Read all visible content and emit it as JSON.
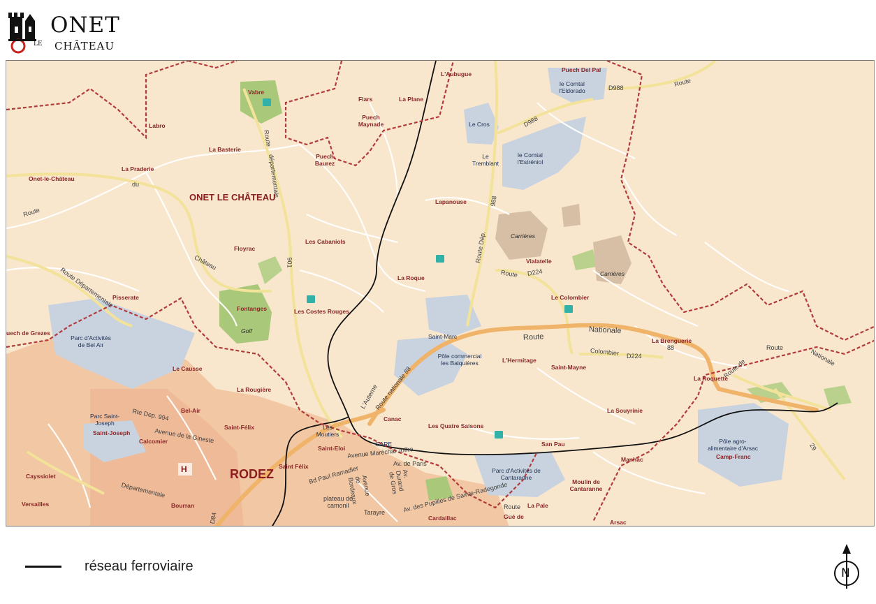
{
  "header": {
    "logo_title": "ONET",
    "logo_subtitle": "CHÂTEAU",
    "logo_le": "LE"
  },
  "legend": {
    "railway_label": "réseau ferroviaire"
  },
  "north_arrow": {
    "letter": "N"
  },
  "colors": {
    "land": "#f8e7cd",
    "urban": "#f2c7a4",
    "activity_zone": "#c9d3df",
    "green": "#a9c87a",
    "quarry": "#d6bfa5",
    "main_road": "#f0b36a",
    "road": "#ffffff",
    "secondary_road": "#f3e29a",
    "commune_border": "#b23b3b",
    "railway": "#111111",
    "icon": "#31b1a8"
  },
  "map": {
    "labels": {
      "aubugue": "L'Aubugue",
      "puech_del_pal": "Puech Del Pal",
      "comtal_eldorado": "le Comtal l'Eldorado",
      "d988_ne": "D988",
      "route_ne": "Route",
      "vabre": "Vabre",
      "flars": "Flars",
      "la_plane": "La Plane",
      "labro": "Labro",
      "puech_maynade": "Puech Maynade",
      "le_cros": "Le Cros",
      "d988_mid": "D988",
      "la_basterie": "La Basterie",
      "puech_baurez": "Puech Baurez",
      "le_tremblant": "Le Tremblant",
      "comtal_estreniol": "le Comtal l'Estréniol",
      "la_praderie": "La Praderie",
      "onet_le_chateau": "Onet-le-Château",
      "onet_big": "ONET LE CHÂTEAU",
      "lapanouse": "Lapanouse",
      "route_w": "Route",
      "du": "du",
      "carrieres1": "Carrières",
      "les_cabaniols": "Les Cabaniols",
      "floyrac": "Floyrac",
      "chateau": "Château",
      "vialatelle": "Vialatelle",
      "route_d224": "Route",
      "d224": "D224",
      "carrieres2": "Carrières",
      "la_roque": "La Roque",
      "pisserate": "Pisserate",
      "route_departementale": "Route Départementale",
      "le_colombier": "Le Colombier",
      "fontanges": "Fontanges",
      "les_costes_rouges": "Les Costes Rouges",
      "golf": "Golf",
      "puech_de_grezes": "uech de Grezes",
      "parc_bel_air": "Parc d'Activités de Bel Air",
      "saint_marc": "Saint-Marc",
      "route_nationale": "Route",
      "nationale": "Nationale",
      "la_brenguerie": "La Brenguerie",
      "pole_balquieres": "Pôle commercial les Balquières",
      "hermitage": "L'Hermitage",
      "colombier_road": "Colombier",
      "d224b": "D224",
      "route_e": "Route",
      "nationale_e": "Nationale",
      "le_causse": "Le Causse",
      "saint_mayne": "Saint-Mayne",
      "la_roquette": "La Roquette",
      "la_rougiere": "La Rougière",
      "route_nat_88": "Route nationale 88",
      "l_auterne": "L'Auterne",
      "bel_air": "Bel-Air",
      "les_moutiers": "Les Moutiers",
      "canac": "Canac",
      "la_souyrinie": "La Souyrinie",
      "parc_saint_joseph": "Parc Saint-Joseph",
      "saint_joseph": "Saint-Joseph",
      "rte_dep_994": "Rte Dep. 994",
      "saint_felix": "Saint-Félix",
      "avenue_gineste": "Avenue de la Gineste",
      "les_quatre_saisons": "Les Quatre Saisons",
      "calcomier": "Calcomier",
      "saint_eloi": "Saint-Eloi",
      "gare": "GARE",
      "san_pau": "San Pau",
      "pole_agro": "Pôle agro-alimentaire d'Arsac",
      "camp_franc": "Camp-Franc",
      "saint_felix2": "Saint Félix",
      "av_joffre": "Avenue Maréchal Joffre",
      "av_paris": "Av. de Paris",
      "manhac": "Manhac",
      "cayssiolet": "Cayssiolet",
      "h": "H",
      "rodez": "RODEZ",
      "bd_ramadier": "Bd Paul Ramadier",
      "parc_cantaranne": "Parc d'Activités de Cantaranne",
      "moulin_cantaranne": "Moulin de Cantaranne",
      "versailles": "Versailles",
      "departementale_sw": "Départementale",
      "bourran": "Bourran",
      "plateau_camonil": "plateau de camonil",
      "av_tarayre": "Tarayre",
      "sainte_radegonde": "Av. des Pupilles de Sainte-Radegonde",
      "cardaillac": "Cardaillac",
      "route_pale": "Route",
      "la_pale": "La Pale",
      "gue_de": "Gué de",
      "arsac": "Arsac",
      "d84": "D84",
      "d901": "901",
      "route_vabre": "Route",
      "departementale_v": "départementale",
      "d988_s": "988",
      "route_dep": "Route Dép.",
      "route_de_sw": "Route",
      "route_de_e": "Route de",
      "d88_e": "88",
      "d29": "29",
      "av_durand": "Av. Durand de Gros",
      "av_bordeaux": "Avenue de Bordeaux"
    }
  }
}
